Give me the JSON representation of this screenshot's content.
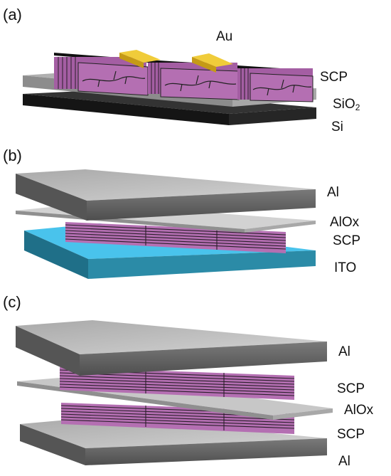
{
  "colors": {
    "gray_top": "#c3c3c3",
    "gray_front": "#6f6f6f",
    "gray_side": "#9a9a9a",
    "si": "#1b1b1b",
    "gold": "#e8bf2c",
    "scp": "#b46fb2",
    "scp_dark": "#2a1e2a",
    "ito_top": "#49c3ec",
    "ito_front": "#1f6f88"
  },
  "panels": [
    {
      "letter": "(a)",
      "labels": {
        "au": "Au",
        "scp": "SCP",
        "sio2_main": "SiO",
        "sio2_sub": "2",
        "si": "Si"
      }
    },
    {
      "letter": "(b)",
      "labels": {
        "al": "Al",
        "alox": "AlOx",
        "scp": "SCP",
        "ito": "ITO"
      }
    },
    {
      "letter": "(c)",
      "labels": {
        "al_top": "Al",
        "scp_top": "SCP",
        "alox": "AlOx",
        "scp_bottom": "SCP",
        "al_bottom": "Al"
      }
    }
  ]
}
